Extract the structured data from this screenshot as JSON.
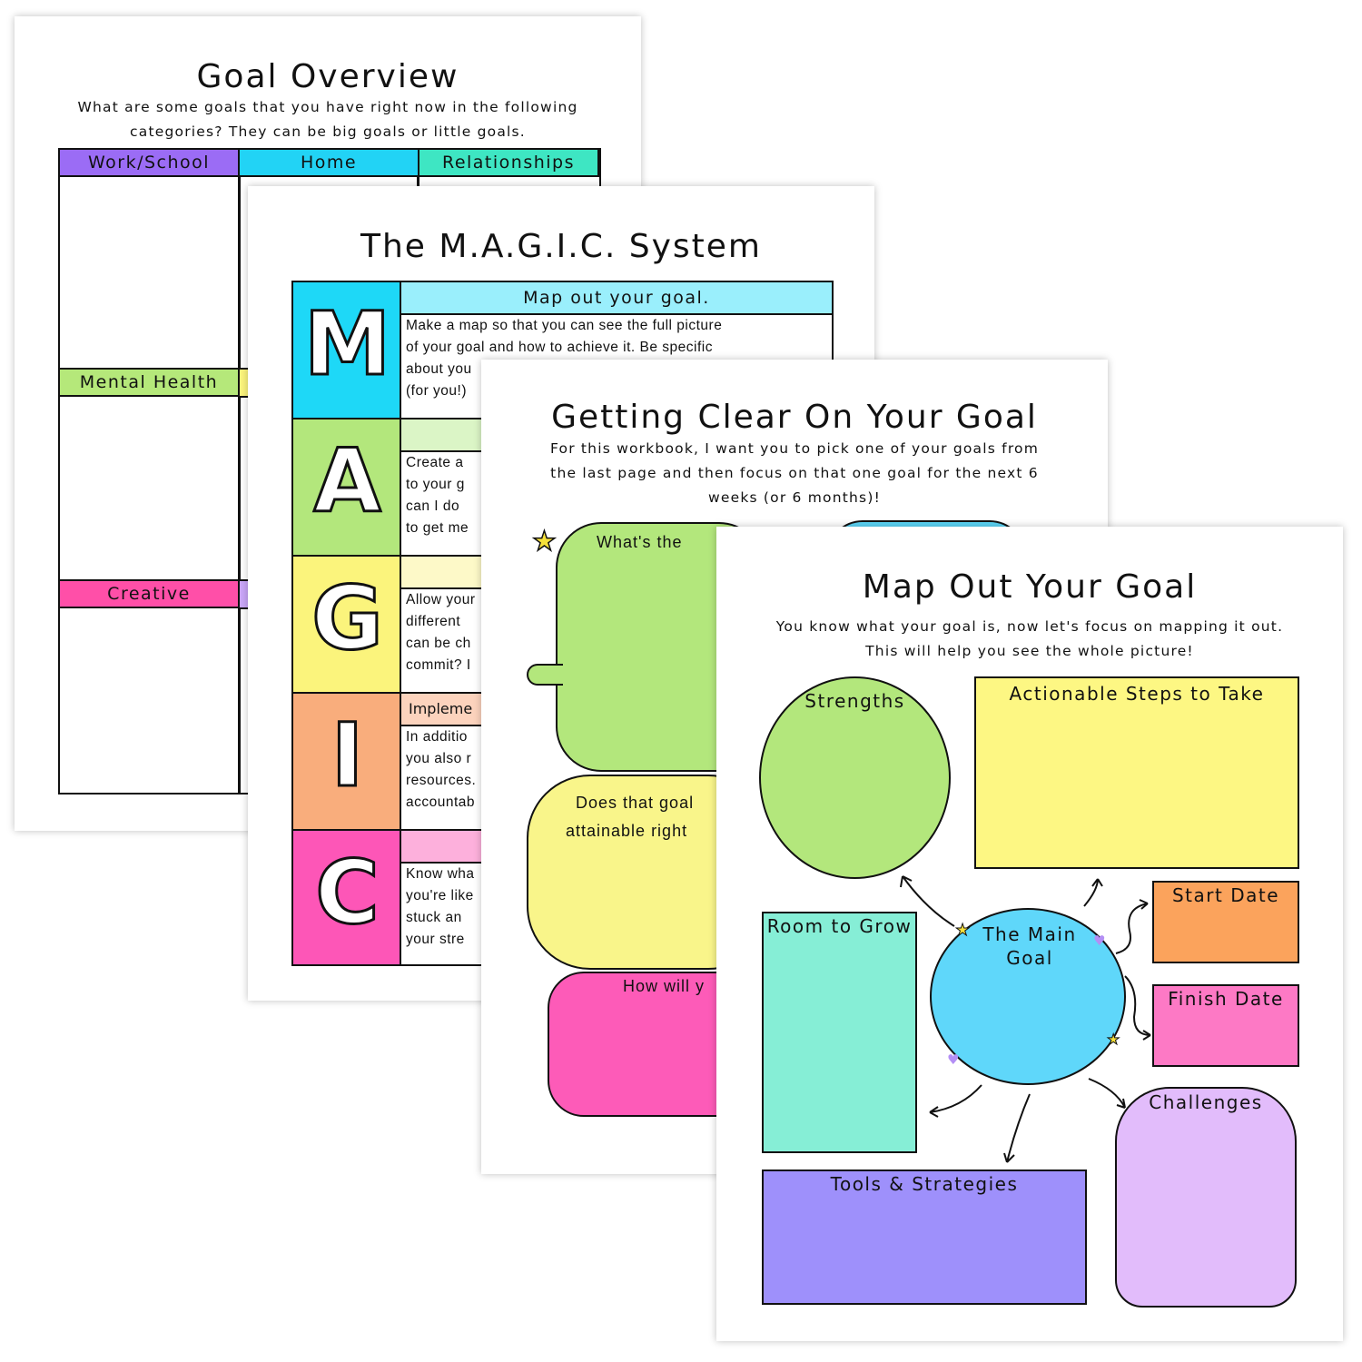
{
  "goal_overview": {
    "title": "Goal Overview",
    "subtitle": [
      "What are some goals that you have right now in the following",
      "categories? They can be big goals or little goals."
    ],
    "categories": [
      {
        "label": "Work/School",
        "color": "#9b6cf5"
      },
      {
        "label": "Home",
        "color": "#22d3f5"
      },
      {
        "label": "Relationships",
        "color": "#3ee6c3"
      },
      {
        "label": "Mental Health",
        "color": "#b5e87a"
      },
      {
        "label": "Creative",
        "color": "#ff4fa8"
      }
    ]
  },
  "magic": {
    "title": "The M.A.G.I.C. System",
    "rows": [
      {
        "letter": "M",
        "color": "#1ed8f7",
        "header_color": "#9aeffc",
        "header": "Map out your goal.",
        "lines": [
          "Make a map so that you can see the full picture",
          "of your goal and how to achieve it. Be specific",
          "about you",
          "(for you!)"
        ]
      },
      {
        "letter": "A",
        "color": "#b3e77c",
        "header_color": "#dbf5c6",
        "header": "",
        "lines": [
          "Create a",
          "to your g",
          "can I do",
          "to get me"
        ]
      },
      {
        "letter": "G",
        "color": "#fbf47c",
        "header_color": "#fdf9c8",
        "header": "",
        "lines": [
          "Allow your",
          "different",
          "can be ch",
          "commit? I"
        ]
      },
      {
        "letter": "I",
        "color": "#f9ad7c",
        "header_color": "#fcd3bd",
        "header": "Impleme",
        "lines": [
          "In additio",
          "you also r",
          "resources.",
          "accountab"
        ]
      },
      {
        "letter": "C",
        "color": "#fd56b7",
        "header_color": "#fdb0dc",
        "header": "",
        "lines": [
          "Know wha",
          "you're like",
          "stuck an",
          "your stre"
        ]
      }
    ]
  },
  "clear_goal": {
    "title": "Getting Clear On Your Goal",
    "subtitle": [
      "For this workbook, I want you to pick one of your goals from",
      "the last page and then focus on that one goal for the next 6",
      "weeks (or 6 months)!"
    ],
    "bubbles": [
      {
        "text": "What's the",
        "color": "#b3e77c"
      },
      {
        "text": "",
        "color": "#5cd6f7"
      },
      {
        "text": "Does that goal",
        "text2": "attainable right",
        "color": "#f9f58a"
      },
      {
        "text": "How will y",
        "color": "#fd5bb8"
      }
    ]
  },
  "map_goal": {
    "title": "Map Out Your Goal",
    "subtitle": [
      "You know what your goal is, now let's focus on mapping it out.",
      "This will help you see the whole picture!"
    ],
    "boxes": {
      "strengths": "Strengths",
      "steps": "Actionable Steps to Take",
      "start": "Start Date",
      "finish": "Finish Date",
      "grow": "Room to Grow",
      "main": "The Main",
      "main2": "Goal",
      "tools": "Tools & Strategies",
      "challenges": "Challenges"
    },
    "colors": {
      "strengths": "#b3e77c",
      "steps": "#fdf783",
      "start": "#fba35c",
      "finish": "#fd79c5",
      "grow": "#86eed6",
      "main": "#5fd7fa",
      "tools": "#9e90fb",
      "challenges": "#e2bcfb"
    }
  }
}
